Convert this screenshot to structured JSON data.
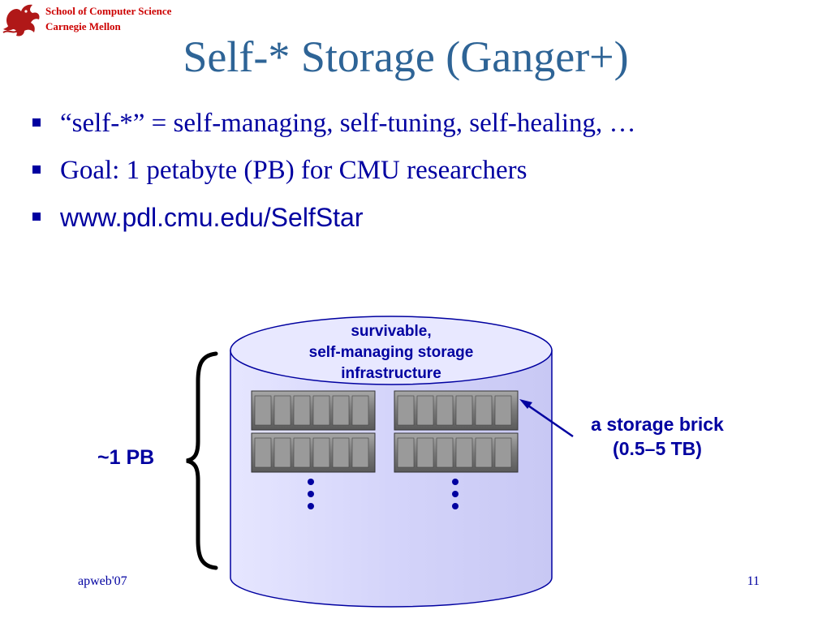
{
  "colors": {
    "title": "#2e6496",
    "accent": "#cc0000",
    "text": "#0000a0",
    "cylinder_fill": "#d8d8ff",
    "cylinder_stroke": "#0000a0",
    "footer": "#0000a0"
  },
  "header": {
    "logo_icon": "griffin-icon",
    "school_line": "School of Computer Science",
    "university_line": "Carnegie Mellon"
  },
  "slide": {
    "title": "Self-* Storage (Ganger+)",
    "bullets": [
      {
        "text": "“self-*” = self-managing, self-tuning, self-healing, …"
      },
      {
        "text": "Goal: 1 petabyte (PB) for CMU researchers"
      },
      {
        "text": "www.pdl.cmu.edu/SelfStar"
      }
    ]
  },
  "diagram": {
    "cylinder_label": [
      "survivable,",
      "self-managing storage",
      "infrastructure"
    ],
    "capacity_label": "~1 PB",
    "brick_label": [
      "a storage brick",
      "(0.5–5 TB)"
    ]
  },
  "footer": {
    "left": "apweb'07",
    "page_number": "11"
  }
}
